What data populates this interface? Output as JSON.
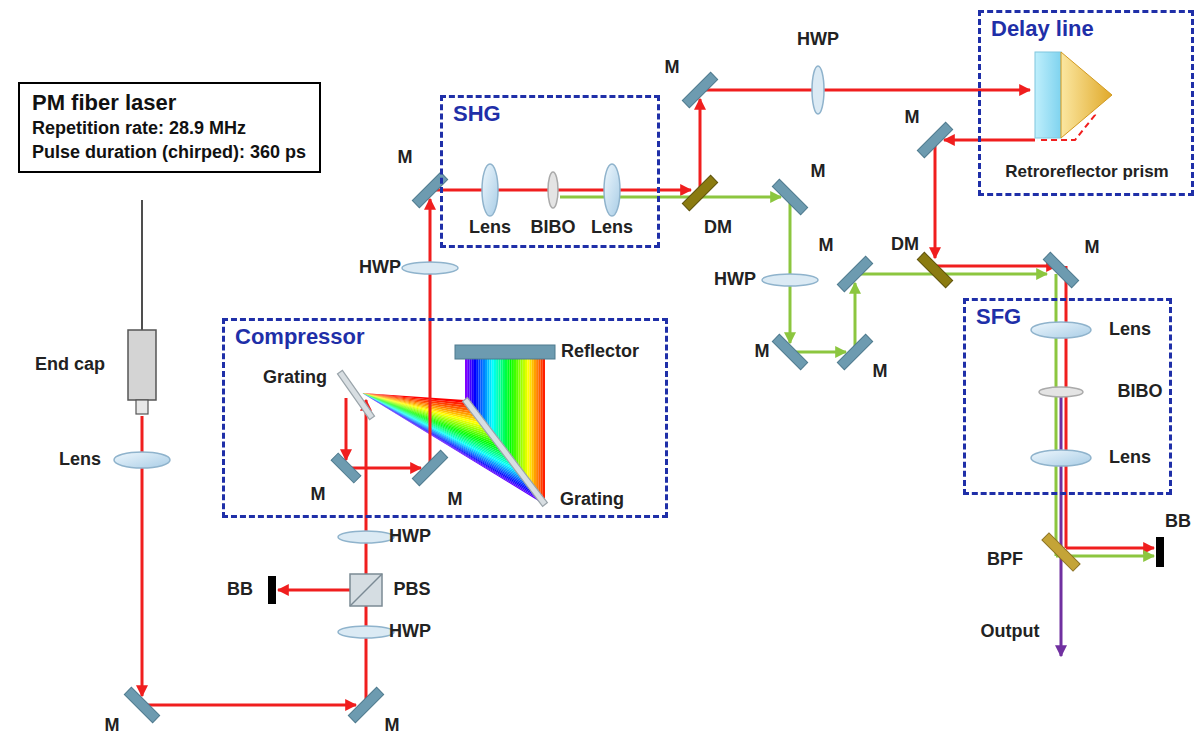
{
  "diagram": {
    "nodes": [
      {
        "text": [
          "PM fiber laser",
          "Repetition rate: 28.9 MHz",
          "Pulse duration (chirped): 360 ps"
        ]
      },
      {
        "text": [
          "SHG"
        ]
      },
      {
        "text": [
          "Delay line"
        ]
      },
      {
        "text": [
          "Compressor"
        ]
      },
      {
        "text": [
          "SFG"
        ]
      }
    ],
    "labels": [
      "HWP",
      "M",
      "Retroreflector prism",
      "M",
      "M",
      "Lens",
      "BIBO",
      "Lens",
      "DM",
      "M",
      "HWP",
      "HWP",
      "M",
      "DM",
      "M",
      "Lens",
      "M",
      "M",
      "Reflector",
      "Grating",
      "End cap",
      "BIBO",
      "Lens",
      "Lens",
      "M",
      "M",
      "Grating",
      "HWP",
      "BB",
      "BPF",
      "PBS",
      "BB",
      "Output",
      "HWP",
      "M",
      "M"
    ]
  }
}
